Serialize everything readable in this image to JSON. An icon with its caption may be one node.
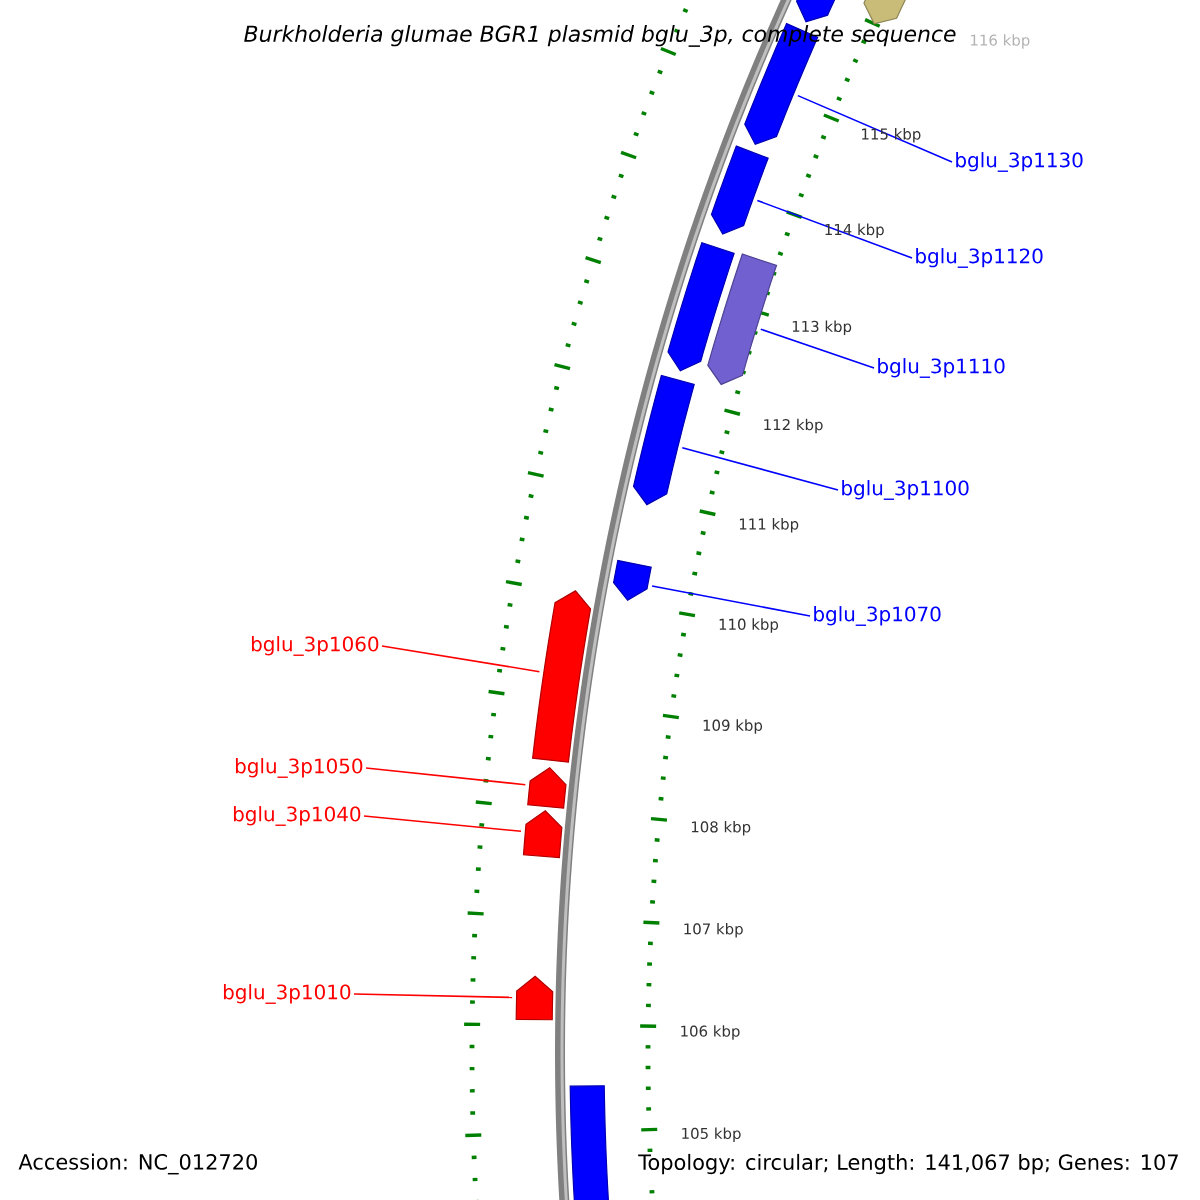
{
  "diagram": {
    "title": "Burkholderia glumae BGR1 plasmid bglu_3p, complete sequence",
    "nodes": [
      {
        "text": [],
        "shape": "arrow"
      },
      {
        "text": [],
        "shape": "arrow"
      },
      {
        "text": [],
        "shape": "arrow"
      },
      {
        "text": [],
        "shape": "arrow"
      },
      {
        "text": [],
        "shape": "arrow"
      },
      {
        "text": [],
        "shape": "arrow"
      },
      {
        "text": [],
        "shape": "arrow"
      },
      {
        "text": [],
        "shape": "arrow"
      },
      {
        "text": [],
        "shape": "arrow"
      },
      {
        "text": [],
        "shape": "arrow"
      },
      {
        "text": [],
        "shape": "arrow"
      },
      {
        "text": [],
        "shape": "arrow"
      },
      {
        "text": [],
        "shape": "arrow"
      },
      {
        "text": [
          "bglu_3p1130"
        ]
      },
      {
        "text": [
          "bglu_3p1120"
        ]
      },
      {
        "text": [
          "bglu_3p1110"
        ]
      },
      {
        "text": [
          "bglu_3p1100"
        ]
      },
      {
        "text": [
          "bglu_3p1070"
        ]
      },
      {
        "text": [
          "bglu_3p1060"
        ]
      },
      {
        "text": [
          "bglu_3p1050"
        ]
      },
      {
        "text": [
          "bglu_3p1040"
        ]
      },
      {
        "text": [
          "bglu_3p1010"
        ]
      }
    ],
    "edges": [
      {
        "from": 13,
        "to": 2,
        "arrow": "none"
      },
      {
        "from": 14,
        "to": 3,
        "arrow": "none"
      },
      {
        "from": 15,
        "to": 5,
        "arrow": "none"
      },
      {
        "from": 16,
        "to": 6,
        "arrow": "none"
      },
      {
        "from": 17,
        "to": 7,
        "arrow": "none"
      },
      {
        "from": 18,
        "to": 8,
        "arrow": "none",
        "color": "#ff0000"
      },
      {
        "from": 19,
        "to": 9,
        "arrow": "none",
        "color": "#ff0000"
      },
      {
        "from": 20,
        "to": 10,
        "arrow": "none",
        "color": "#ff0000"
      },
      {
        "from": 21,
        "to": 11,
        "arrow": "none",
        "color": "#ff0000"
      }
    ],
    "labels": [
      "116 kbp",
      "115 kbp",
      "114 kbp",
      "113 kbp",
      "112 kbp",
      "111 kbp",
      "110 kbp",
      "109 kbp",
      "108 kbp",
      "107 kbp",
      "106 kbp",
      "105 kbp",
      "Accession: NC_012720",
      "Topology: circular; Length: 141,067 bp; Genes: 107"
    ]
  }
}
